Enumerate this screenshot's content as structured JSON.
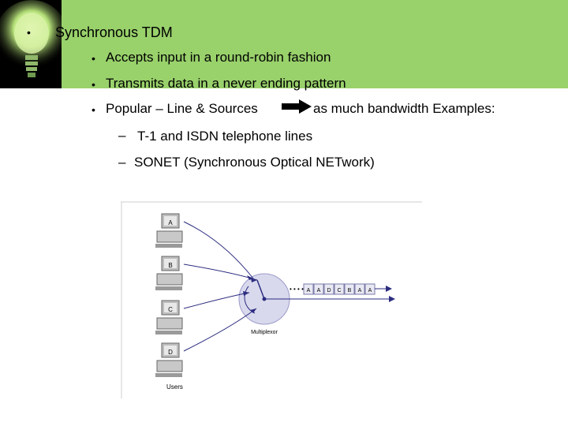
{
  "slide": {
    "title_bullet": "•",
    "title": "Synchronous TDM",
    "bullets": [
      {
        "marker": "•",
        "text": "Accepts input in a round-robin fashion"
      },
      {
        "marker": "•",
        "text": "Transmits data in a never ending pattern"
      },
      {
        "marker": "•",
        "text_before": "Popular – Line & Sources",
        "text_after": "as much bandwidth Examples:"
      }
    ],
    "sub_bullets": [
      {
        "marker": "–",
        "text": "T-1 and ISDN telephone lines"
      },
      {
        "marker": "–",
        "text": "SONET (Synchronous Optical NETwork)"
      }
    ]
  },
  "figure": {
    "users": [
      "A",
      "B",
      "C",
      "D"
    ],
    "users_label": "Users",
    "multiplexor_label": "Multiplexor",
    "stream_dots": "• • • •",
    "stream_cells": [
      "A",
      "A",
      "D",
      "C",
      "B",
      "A",
      "A"
    ],
    "colors": {
      "green_band": "#99d16b",
      "circle": "#d9d9ee",
      "line": "#2c2c80"
    }
  }
}
